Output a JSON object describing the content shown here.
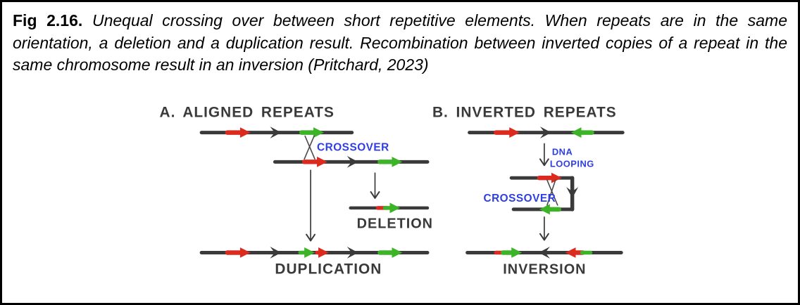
{
  "figure": {
    "caption_fig_label": "Fig 2.16.",
    "caption_body": "Unequal crossing over between short repetitive elements. When repeats are in the same orientation, a deletion and a duplication result. Recombination between inverted copies of a repeat in the same chromosome result in an inversion (Pritchard, 2023)"
  },
  "panel_a": {
    "title": "A. ALIGNED REPEATS",
    "crossover_label": "CROSSOVER",
    "deletion_label": "DELETION",
    "duplication_label": "DUPLICATION"
  },
  "panel_b": {
    "title": "B. INVERTED REPEATS",
    "dna_looping_label_line1": "DNA",
    "dna_looping_label_line2": "LOOPING",
    "crossover_label": "CROSSOVER",
    "inversion_label": "INVERSION"
  },
  "colors": {
    "ink": "#3a3a3a",
    "red": "#dd2a1f",
    "green": "#3db427",
    "blue": "#2e3fdf"
  }
}
